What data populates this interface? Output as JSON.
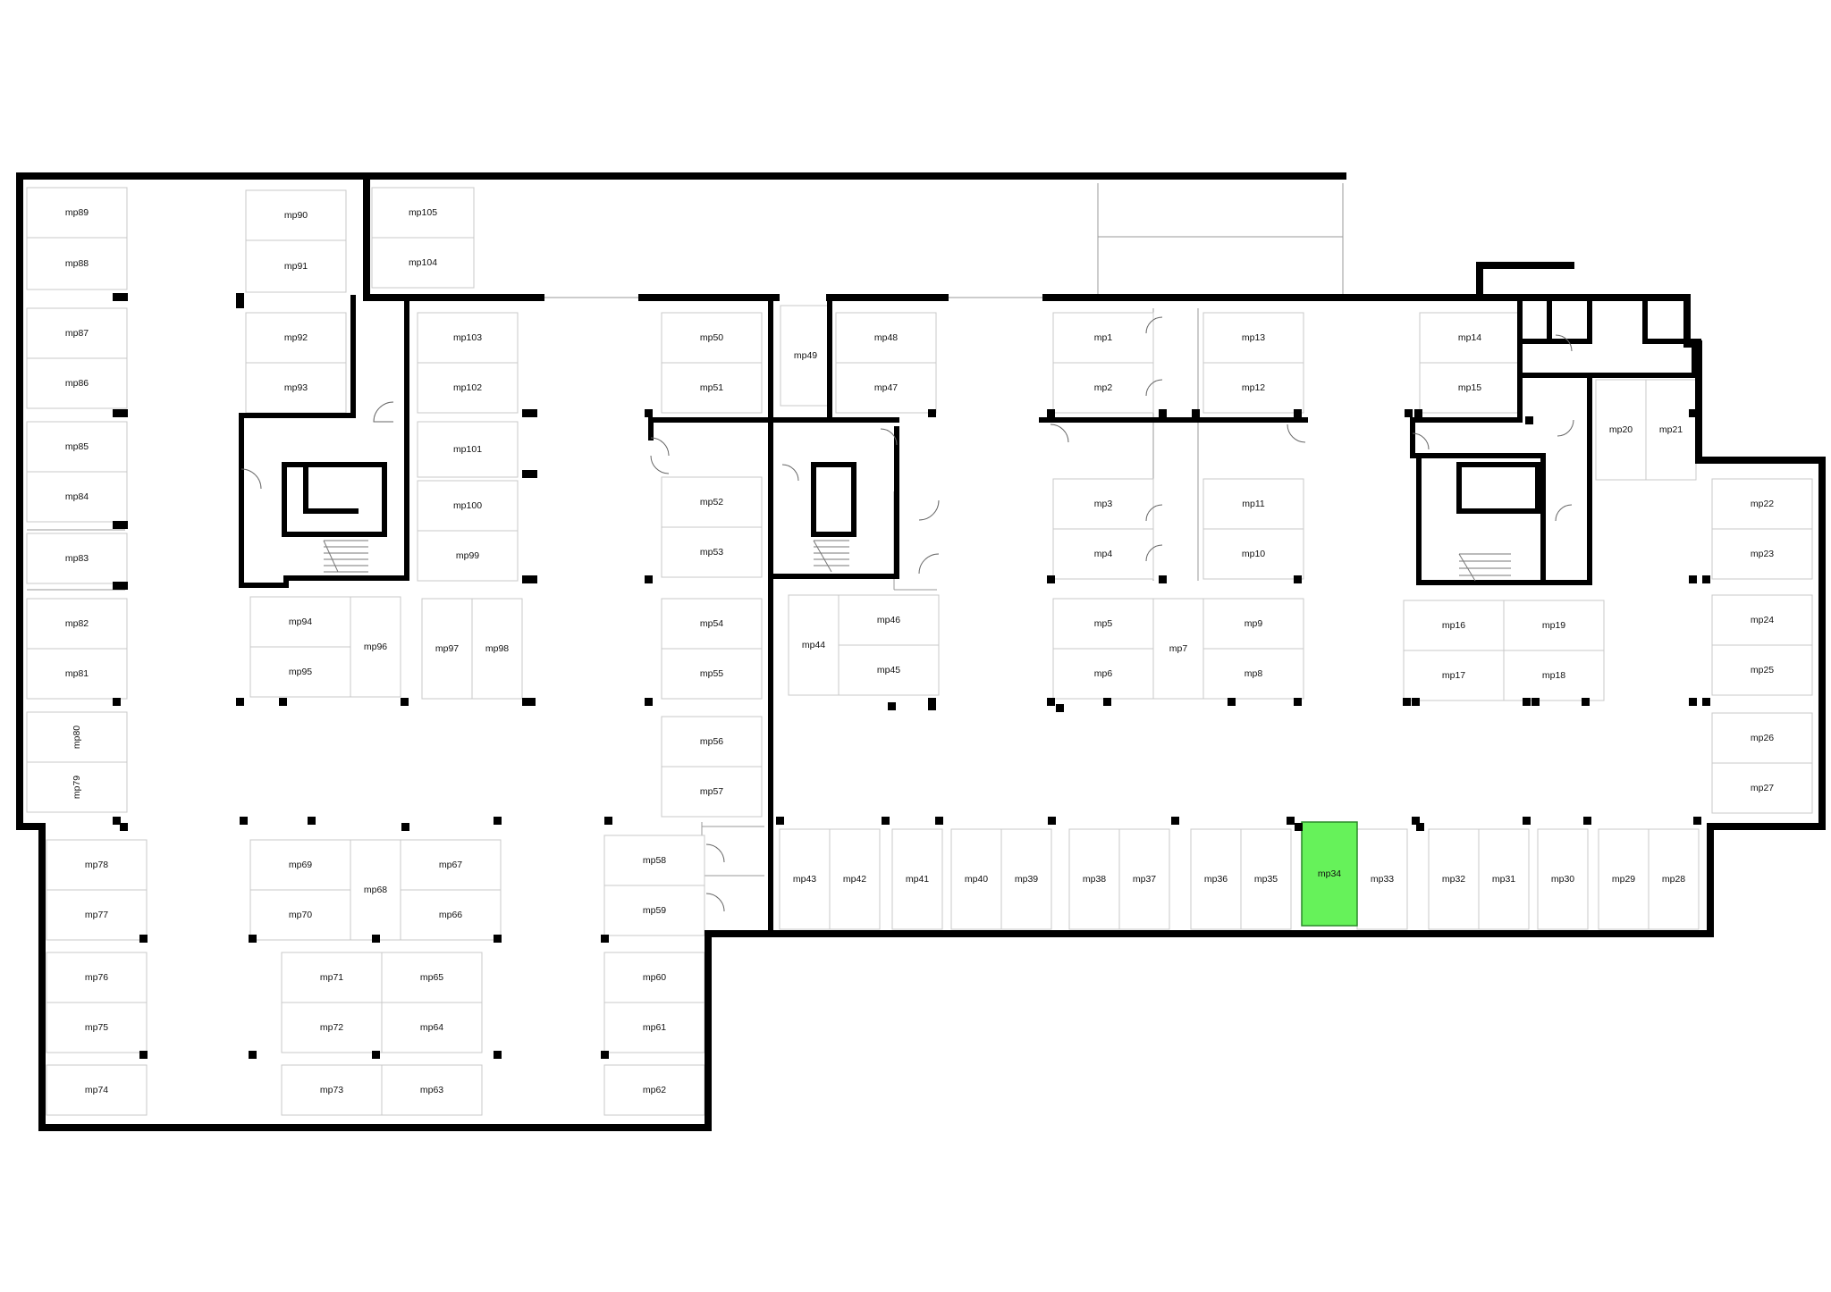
{
  "plan": {
    "highlight_color": "#66f25a",
    "selected_spot": "mp34",
    "spots": [
      {
        "id": "mp1",
        "label": "mp1"
      },
      {
        "id": "mp2",
        "label": "mp2"
      },
      {
        "id": "mp3",
        "label": "mp3"
      },
      {
        "id": "mp4",
        "label": "mp4"
      },
      {
        "id": "mp5",
        "label": "mp5"
      },
      {
        "id": "mp6",
        "label": "mp6"
      },
      {
        "id": "mp7",
        "label": "mp7"
      },
      {
        "id": "mp8",
        "label": "mp8"
      },
      {
        "id": "mp9",
        "label": "mp9"
      },
      {
        "id": "mp10",
        "label": "mp10"
      },
      {
        "id": "mp11",
        "label": "mp11"
      },
      {
        "id": "mp12",
        "label": "mp12"
      },
      {
        "id": "mp13",
        "label": "mp13"
      },
      {
        "id": "mp14",
        "label": "mp14"
      },
      {
        "id": "mp15",
        "label": "mp15"
      },
      {
        "id": "mp16",
        "label": "mp16"
      },
      {
        "id": "mp17",
        "label": "mp17"
      },
      {
        "id": "mp18",
        "label": "mp18"
      },
      {
        "id": "mp19",
        "label": "mp19"
      },
      {
        "id": "mp20",
        "label": "mp20"
      },
      {
        "id": "mp21",
        "label": "mp21"
      },
      {
        "id": "mp22",
        "label": "mp22"
      },
      {
        "id": "mp23",
        "label": "mp23"
      },
      {
        "id": "mp24",
        "label": "mp24"
      },
      {
        "id": "mp25",
        "label": "mp25"
      },
      {
        "id": "mp26",
        "label": "mp26"
      },
      {
        "id": "mp27",
        "label": "mp27"
      },
      {
        "id": "mp28",
        "label": "mp28"
      },
      {
        "id": "mp29",
        "label": "mp29"
      },
      {
        "id": "mp30",
        "label": "mp30"
      },
      {
        "id": "mp31",
        "label": "mp31"
      },
      {
        "id": "mp32",
        "label": "mp32"
      },
      {
        "id": "mp33",
        "label": "mp33"
      },
      {
        "id": "mp34",
        "label": "mp34"
      },
      {
        "id": "mp35",
        "label": "mp35"
      },
      {
        "id": "mp36",
        "label": "mp36"
      },
      {
        "id": "mp37",
        "label": "mp37"
      },
      {
        "id": "mp38",
        "label": "mp38"
      },
      {
        "id": "mp39",
        "label": "mp39"
      },
      {
        "id": "mp40",
        "label": "mp40"
      },
      {
        "id": "mp41",
        "label": "mp41"
      },
      {
        "id": "mp42",
        "label": "mp42"
      },
      {
        "id": "mp43",
        "label": "mp43"
      },
      {
        "id": "mp44",
        "label": "mp44"
      },
      {
        "id": "mp45",
        "label": "mp45"
      },
      {
        "id": "mp46",
        "label": "mp46"
      },
      {
        "id": "mp47",
        "label": "mp47"
      },
      {
        "id": "mp48",
        "label": "mp48"
      },
      {
        "id": "mp49",
        "label": "mp49"
      },
      {
        "id": "mp50",
        "label": "mp50"
      },
      {
        "id": "mp51",
        "label": "mp51"
      },
      {
        "id": "mp52",
        "label": "mp52"
      },
      {
        "id": "mp53",
        "label": "mp53"
      },
      {
        "id": "mp54",
        "label": "mp54"
      },
      {
        "id": "mp55",
        "label": "mp55"
      },
      {
        "id": "mp56",
        "label": "mp56"
      },
      {
        "id": "mp57",
        "label": "mp57"
      },
      {
        "id": "mp58",
        "label": "mp58"
      },
      {
        "id": "mp59",
        "label": "mp59"
      },
      {
        "id": "mp60",
        "label": "mp60"
      },
      {
        "id": "mp61",
        "label": "mp61"
      },
      {
        "id": "mp62",
        "label": "mp62"
      },
      {
        "id": "mp63",
        "label": "mp63"
      },
      {
        "id": "mp64",
        "label": "mp64"
      },
      {
        "id": "mp65",
        "label": "mp65"
      },
      {
        "id": "mp66",
        "label": "mp66"
      },
      {
        "id": "mp67",
        "label": "mp67"
      },
      {
        "id": "mp68",
        "label": "mp68"
      },
      {
        "id": "mp69",
        "label": "mp69"
      },
      {
        "id": "mp70",
        "label": "mp70"
      },
      {
        "id": "mp71",
        "label": "mp71"
      },
      {
        "id": "mp72",
        "label": "mp72"
      },
      {
        "id": "mp73",
        "label": "mp73"
      },
      {
        "id": "mp74",
        "label": "mp74"
      },
      {
        "id": "mp75",
        "label": "mp75"
      },
      {
        "id": "mp76",
        "label": "mp76"
      },
      {
        "id": "mp77",
        "label": "mp77"
      },
      {
        "id": "mp78",
        "label": "mp78"
      },
      {
        "id": "mp79",
        "label": "mp79"
      },
      {
        "id": "mp80",
        "label": "mp80"
      },
      {
        "id": "mp81",
        "label": "mp81"
      },
      {
        "id": "mp82",
        "label": "mp82"
      },
      {
        "id": "mp83",
        "label": "mp83"
      },
      {
        "id": "mp84",
        "label": "mp84"
      },
      {
        "id": "mp85",
        "label": "mp85"
      },
      {
        "id": "mp86",
        "label": "mp86"
      },
      {
        "id": "mp87",
        "label": "mp87"
      },
      {
        "id": "mp88",
        "label": "mp88"
      },
      {
        "id": "mp89",
        "label": "mp89"
      },
      {
        "id": "mp90",
        "label": "mp90"
      },
      {
        "id": "mp91",
        "label": "mp91"
      },
      {
        "id": "mp92",
        "label": "mp92"
      },
      {
        "id": "mp93",
        "label": "mp93"
      },
      {
        "id": "mp94",
        "label": "mp94"
      },
      {
        "id": "mp95",
        "label": "mp95"
      },
      {
        "id": "mp96",
        "label": "mp96"
      },
      {
        "id": "mp97",
        "label": "mp97"
      },
      {
        "id": "mp98",
        "label": "mp98"
      },
      {
        "id": "mp99",
        "label": "mp99"
      },
      {
        "id": "mp100",
        "label": "mp100"
      },
      {
        "id": "mp101",
        "label": "mp101"
      },
      {
        "id": "mp102",
        "label": "mp102"
      },
      {
        "id": "mp103",
        "label": "mp103"
      },
      {
        "id": "mp104",
        "label": "mp104"
      },
      {
        "id": "mp105",
        "label": "mp105"
      }
    ]
  }
}
